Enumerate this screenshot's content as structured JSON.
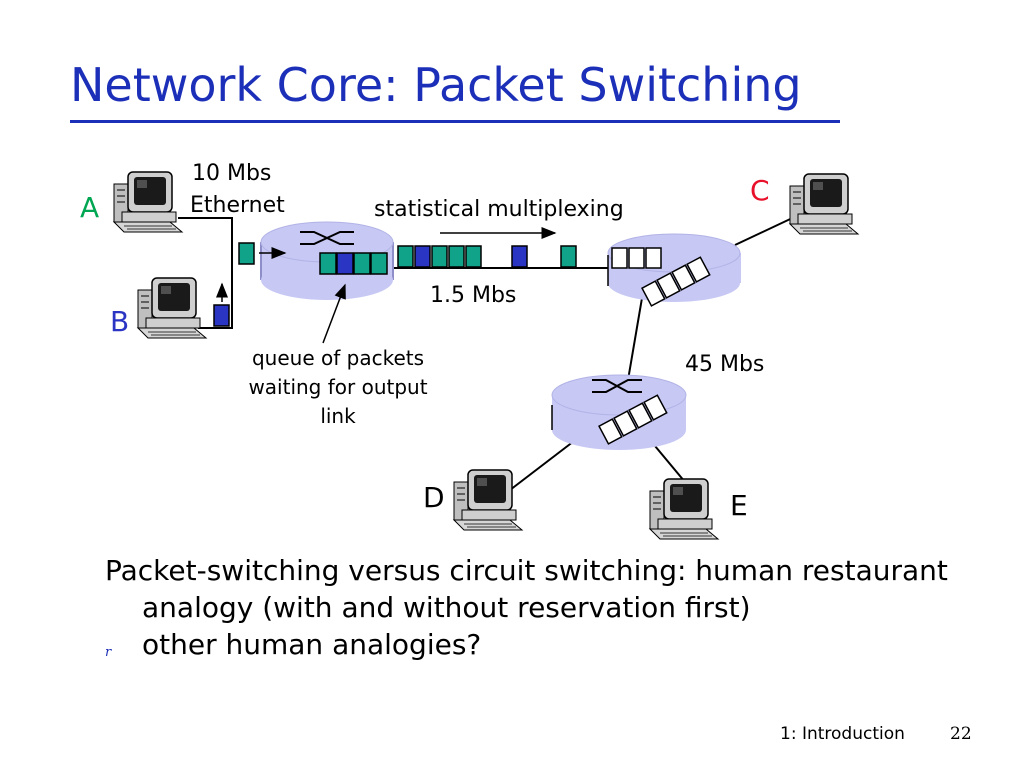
{
  "slide": {
    "title": "Network Core: Packet Switching",
    "footer_section": "1: Introduction",
    "page_number": "22"
  },
  "diagram": {
    "hosts": {
      "a": "A",
      "b": "B",
      "c": "C",
      "d": "D",
      "e": "E"
    },
    "link_ethernet_line1": "10 Mbs",
    "link_ethernet_line2": "Ethernet",
    "stat_mux_label": "statistical multiplexing",
    "link_15": "1.5 Mbs",
    "link_45": "45 Mbs",
    "queue_label_line1": "queue of packets",
    "queue_label_line2": "waiting for output",
    "queue_label_line3": "link",
    "colors": {
      "title": "#1c2fb8",
      "host_label_ab": "#00a651",
      "host_label_c": "#e8102a",
      "packet_green": "#10a38a",
      "packet_blue": "#2b35c4",
      "router_fill": "#c7c8f4"
    }
  },
  "body": {
    "para1": "Packet-switching versus circuit switching: human restaurant analogy (with and without reservation first)",
    "bullet_glyph": "r",
    "bullet1": "other human analogies?"
  }
}
